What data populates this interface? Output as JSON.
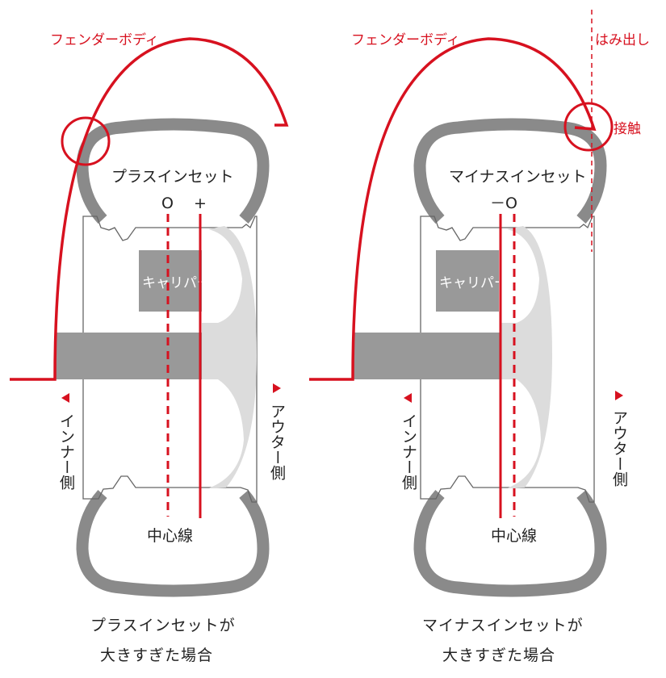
{
  "colors": {
    "accent": "#d7111f",
    "tire": "#8a8a8a",
    "hub": "#999999",
    "wheel_face": "#dcdcdc"
  },
  "left": {
    "fender_label": "フェンダーボディ",
    "inset_label": "プラスインセット",
    "zero_mark": "O",
    "plus_mark": "+",
    "caliper_label": "キャリパー",
    "inner_label": "インナー側",
    "outer_label": "アウター側",
    "centerline_label": "中心線",
    "caption_line1": "プラスインセットが",
    "caption_line2": "大きすぎた場合"
  },
  "right": {
    "fender_label": "フェンダーボディ",
    "protrude_label": "はみ出し",
    "contact_label": "接触",
    "inset_label": "マイナスインセット",
    "minus_zero_mark": "－O",
    "caliper_label": "キャリパー",
    "inner_label": "インナー側",
    "outer_label": "アウター側",
    "centerline_label": "中心線",
    "caption_line1": "マイナスインセットが",
    "caption_line2": "大きすぎた場合"
  }
}
